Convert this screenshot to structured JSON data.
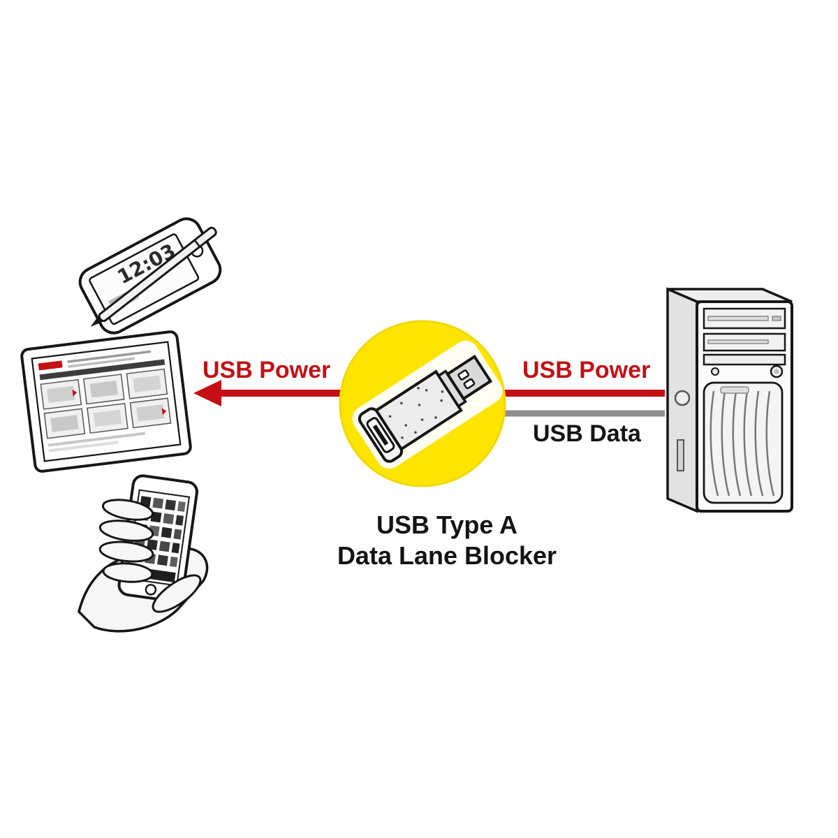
{
  "diagram": {
    "labels": {
      "left_power": "USB Power",
      "right_power": "USB Power",
      "right_data": "USB Data"
    },
    "caption": {
      "line1": "USB Type A",
      "line2": "Data Lane Blocker"
    },
    "devices": {
      "phone_clock": "12:03"
    },
    "colors": {
      "power_red": "#c41014",
      "data_gray": "#8e8e8e",
      "badge_yellow": "#ffe400",
      "ink_black": "#161616",
      "background": "#ffffff"
    },
    "icons": [
      "smartphone-with-stylus-icon",
      "tablet-icon",
      "hand-holding-phone-icon",
      "usb-adapter-icon",
      "yellow-circle-badge",
      "desktop-pc-icon",
      "left-power-arrow",
      "right-power-line",
      "right-data-line"
    ]
  }
}
